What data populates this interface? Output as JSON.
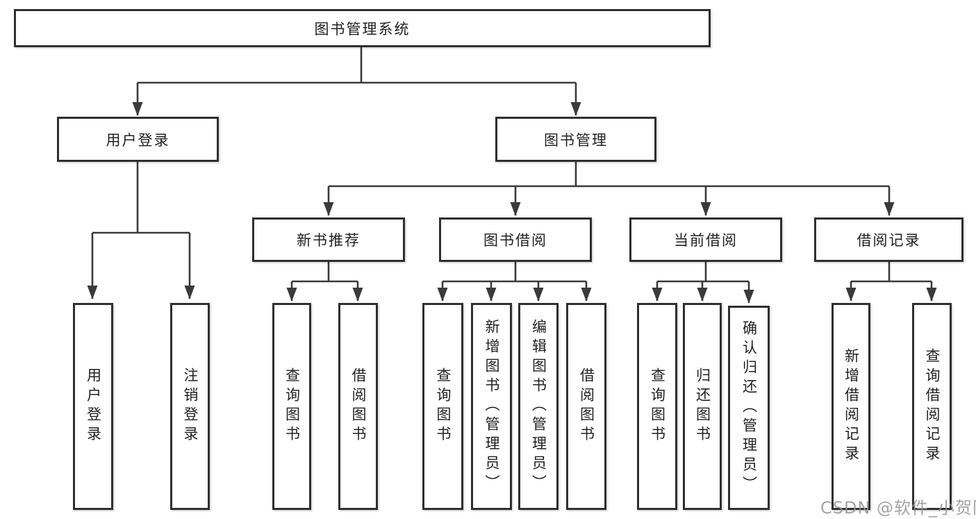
{
  "nodes": {
    "root": "图书管理系统",
    "level2": [
      {
        "label": "用户登录"
      },
      {
        "label": "图书管理"
      }
    ],
    "level3": [
      {
        "label": "新书推荐"
      },
      {
        "label": "图书借阅"
      },
      {
        "label": "当前借阅"
      },
      {
        "label": "借阅记录"
      }
    ],
    "leaves": {
      "login": [
        "用户登录",
        "注销登录"
      ],
      "recommend": [
        "查询图书",
        "借阅图书"
      ],
      "borrow": [
        "查询图书",
        "新增图书（管理员）",
        "编辑图书（管理员）",
        "借阅图书"
      ],
      "current": [
        "查询图书",
        "归还图书",
        "确认归还（管理员）"
      ],
      "record": [
        "新增借阅记录",
        "查询借阅记录"
      ]
    }
  },
  "watermark": {
    "text": "CSDN @软件_小贺同学"
  },
  "colors": {
    "line": "#3a3a3a",
    "box_border": "#2f2f2f",
    "text": "#222222",
    "watermark": "#949494",
    "background": "#ffffff"
  }
}
